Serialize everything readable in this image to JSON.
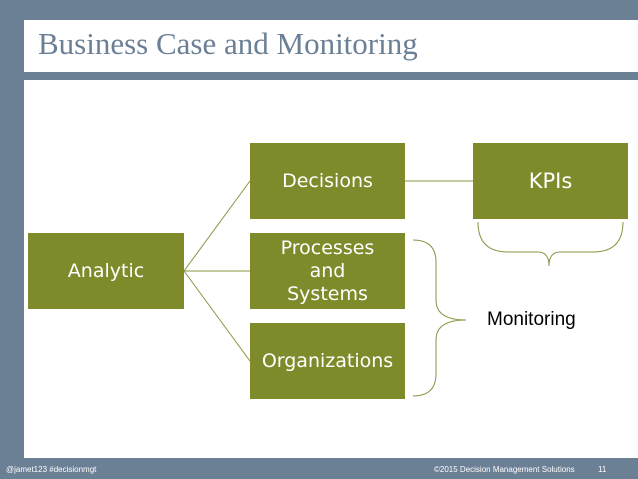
{
  "slide": {
    "title": "Business Case and Monitoring"
  },
  "diagram": {
    "root": "Analytic",
    "children": [
      "Decisions",
      "Processes and Systems",
      "Organizations"
    ],
    "kpi_box": "KPIs",
    "monitoring_label": "Monitoring"
  },
  "footer": {
    "left": "@jamet123 #decisionmgt",
    "center": "©2015 Decision Management Solutions",
    "page_number": "11"
  },
  "colors": {
    "background": "#6b7f95",
    "box_fill": "#7f8a2a",
    "connector": "#8a9440",
    "title_text": "#6b7f95"
  }
}
